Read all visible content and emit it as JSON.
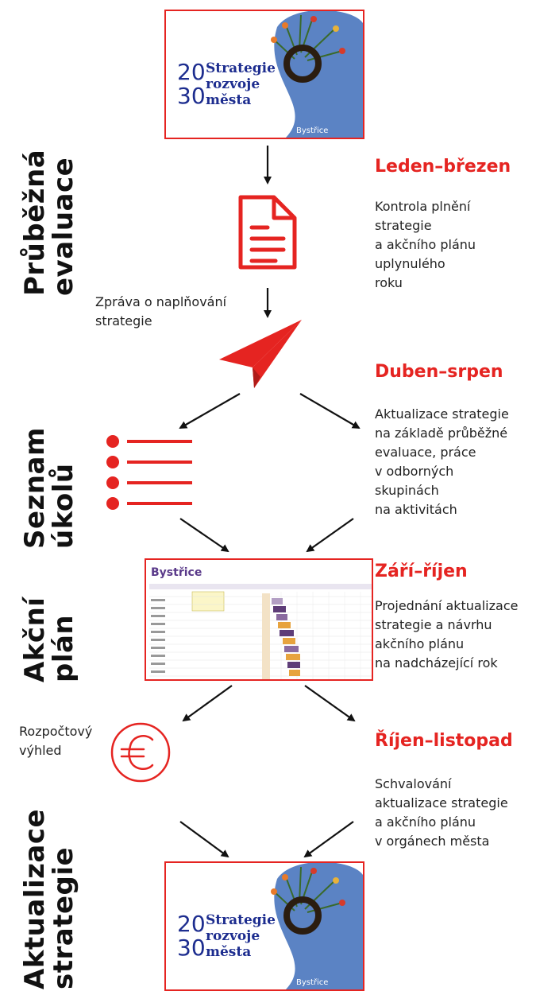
{
  "vertical_labels": {
    "prubezna": "Průběžná\nevaluace",
    "seznam": "Seznam\núkolů",
    "akcni": "Akční\nplán",
    "aktualizace": "Aktualizace\nstrategie"
  },
  "phases": [
    {
      "title": "Leden–březen",
      "desc": "Kontrola plnění\nstrategie\na akčního plánu\nuplynulého\nroku"
    },
    {
      "title": "Duben–srpen",
      "desc": "Aktualizace strategie\nna základě průběžné\nevaluace, práce\nv odborných\nskupinách\nna aktivitách"
    },
    {
      "title": "Září–říjen",
      "desc": "Projednání aktualizace\nstrategie a návrhu\nakčního plánu\nna nadcházející rok"
    },
    {
      "title": "Říjen–listopad",
      "desc": "Schvalování\naktualizace strategie\na akčního plánu\nv orgánech města"
    }
  ],
  "notes": {
    "report": "Zpráva o naplňování\nstrategie",
    "budget": "Rozpočtový\nvýhled"
  },
  "cover": {
    "year": "20\n30",
    "title": "Strategie\nrozvoje\nměsta",
    "city": "Bystřice"
  },
  "plan": {
    "title": "Bystřice"
  },
  "icons": [
    "document-icon",
    "paper-plane-icon",
    "list-icon",
    "euro-icon"
  ],
  "colors": {
    "accent": "#e52421",
    "cover_blue": "#1d2d8f",
    "cover_shape": "#5b83c4"
  }
}
